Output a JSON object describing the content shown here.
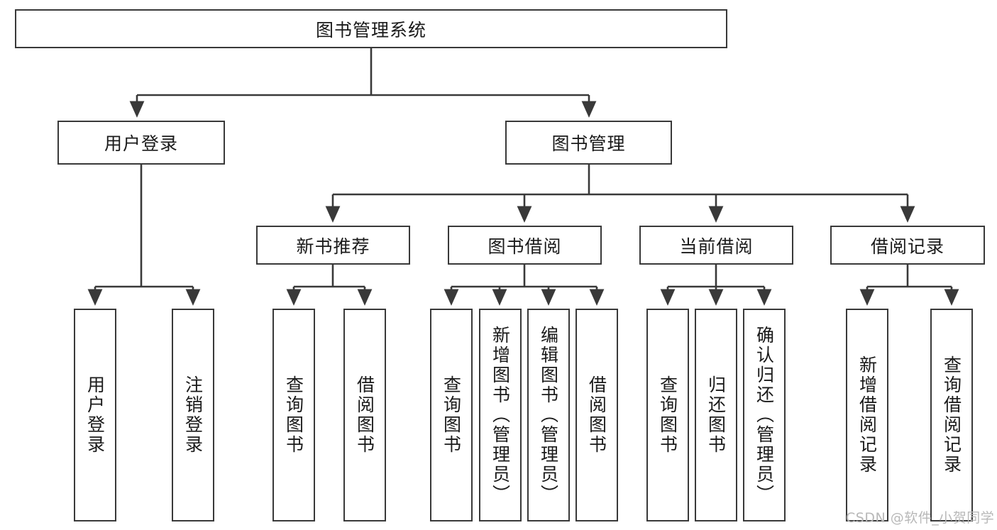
{
  "diagram": {
    "type": "tree-hierarchy",
    "root": {
      "label": "图书管理系统"
    },
    "level2": [
      {
        "label": "用户登录"
      },
      {
        "label": "图书管理"
      }
    ],
    "level3": [
      {
        "label": "新书推荐"
      },
      {
        "label": "图书借阅"
      },
      {
        "label": "当前借阅"
      },
      {
        "label": "借阅记录"
      }
    ],
    "leaves": {
      "user_login": [
        {
          "label": "用户登录"
        },
        {
          "label": "注销登录"
        }
      ],
      "new_book_recommend": [
        {
          "label": "查询图书"
        },
        {
          "label": "借阅图书"
        }
      ],
      "book_borrow": [
        {
          "label": "查询图书"
        },
        {
          "label": "新增图书（管理员）"
        },
        {
          "label": "编辑图书（管理员）"
        },
        {
          "label": "借阅图书"
        }
      ],
      "current_borrow": [
        {
          "label": "查询图书"
        },
        {
          "label": "归还图书"
        },
        {
          "label": "确认归还（管理员）"
        }
      ],
      "borrow_record": [
        {
          "label": "新增借阅记录"
        },
        {
          "label": "查询借阅记录"
        }
      ]
    }
  },
  "watermark": {
    "text": "CSDN @软件_小贺同学"
  },
  "colors": {
    "stroke": "#393939",
    "fill": "#ffffff",
    "text": "#1a1a1a",
    "watermark": "#b8b8b8"
  }
}
